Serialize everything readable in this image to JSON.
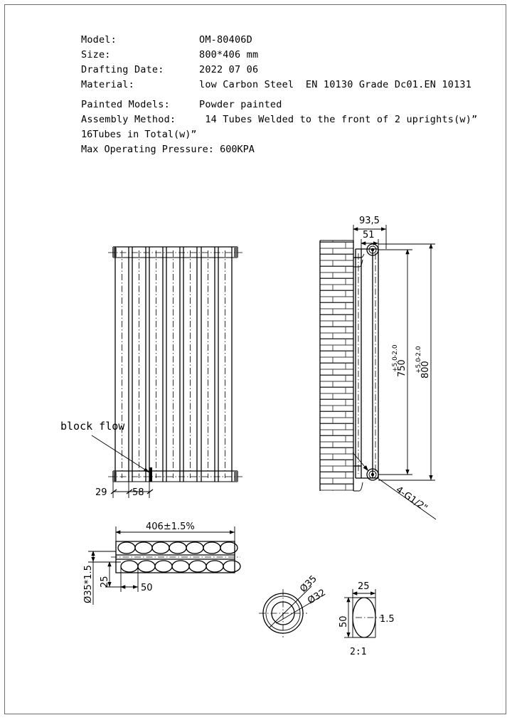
{
  "document": {
    "type": "engineering-drawing",
    "title": "OM-80406D Radiator Technical Drawing"
  },
  "spec": {
    "rows": [
      {
        "label": "Model:",
        "value": "OM-80406D"
      },
      {
        "label": "Size:",
        "value": "800*406 mm"
      },
      {
        "label": "Drafting Date:",
        "value": "2022 07 06"
      },
      {
        "label": "Material:",
        "value": "low Carbon Steel  EN 10130 Grade Dc01.EN 10131"
      }
    ],
    "rows2": [
      {
        "label": "Painted Models:",
        "value": "Powder painted"
      },
      {
        "label": "Assembly Method:",
        "value": " 14 Tubes Welded to the front of 2 uprights(w)”"
      }
    ],
    "continuation": "16Tubes in Total(w)”",
    "pressure": "Max Operating Pressure: 600KPA"
  },
  "front_view": {
    "name": "front-elevation",
    "annotation": "block flow",
    "dim_left": "29",
    "dim_tube": "58",
    "tube_columns": 7
  },
  "side_view": {
    "name": "side-section-with-wall",
    "dim_depth_total": "93,5",
    "dim_depth_inner": "51",
    "dim_center_distance": "750",
    "dim_center_tol_plus": "+5.0",
    "dim_center_tol_minus": "-2.0",
    "dim_height_total": "800",
    "dim_height_tol_plus": "+5.0",
    "dim_height_tol_minus": "-2.0",
    "connection_label": "4-G1/2\""
  },
  "plan_view": {
    "name": "top-plan-section",
    "dim_width": "406±1.5%",
    "dim_tube_diameter": "Ø35*1.5",
    "dim_tube_depth": "25",
    "dim_pitch": "50",
    "tubes_per_row": 7,
    "rows": 2
  },
  "pipe_detail": {
    "name": "round-pipe-section",
    "dim_outer": "Ø35",
    "dim_inner": "Ø32"
  },
  "oval_detail": {
    "name": "oval-tube-section",
    "dim_width": "25",
    "dim_height": "50",
    "dim_wall": "1.5",
    "scale": "2:1"
  },
  "colors": {
    "line": "#000000",
    "border": "#6e6e6e",
    "brick": "#3a3a3a",
    "paper": "#ffffff"
  }
}
